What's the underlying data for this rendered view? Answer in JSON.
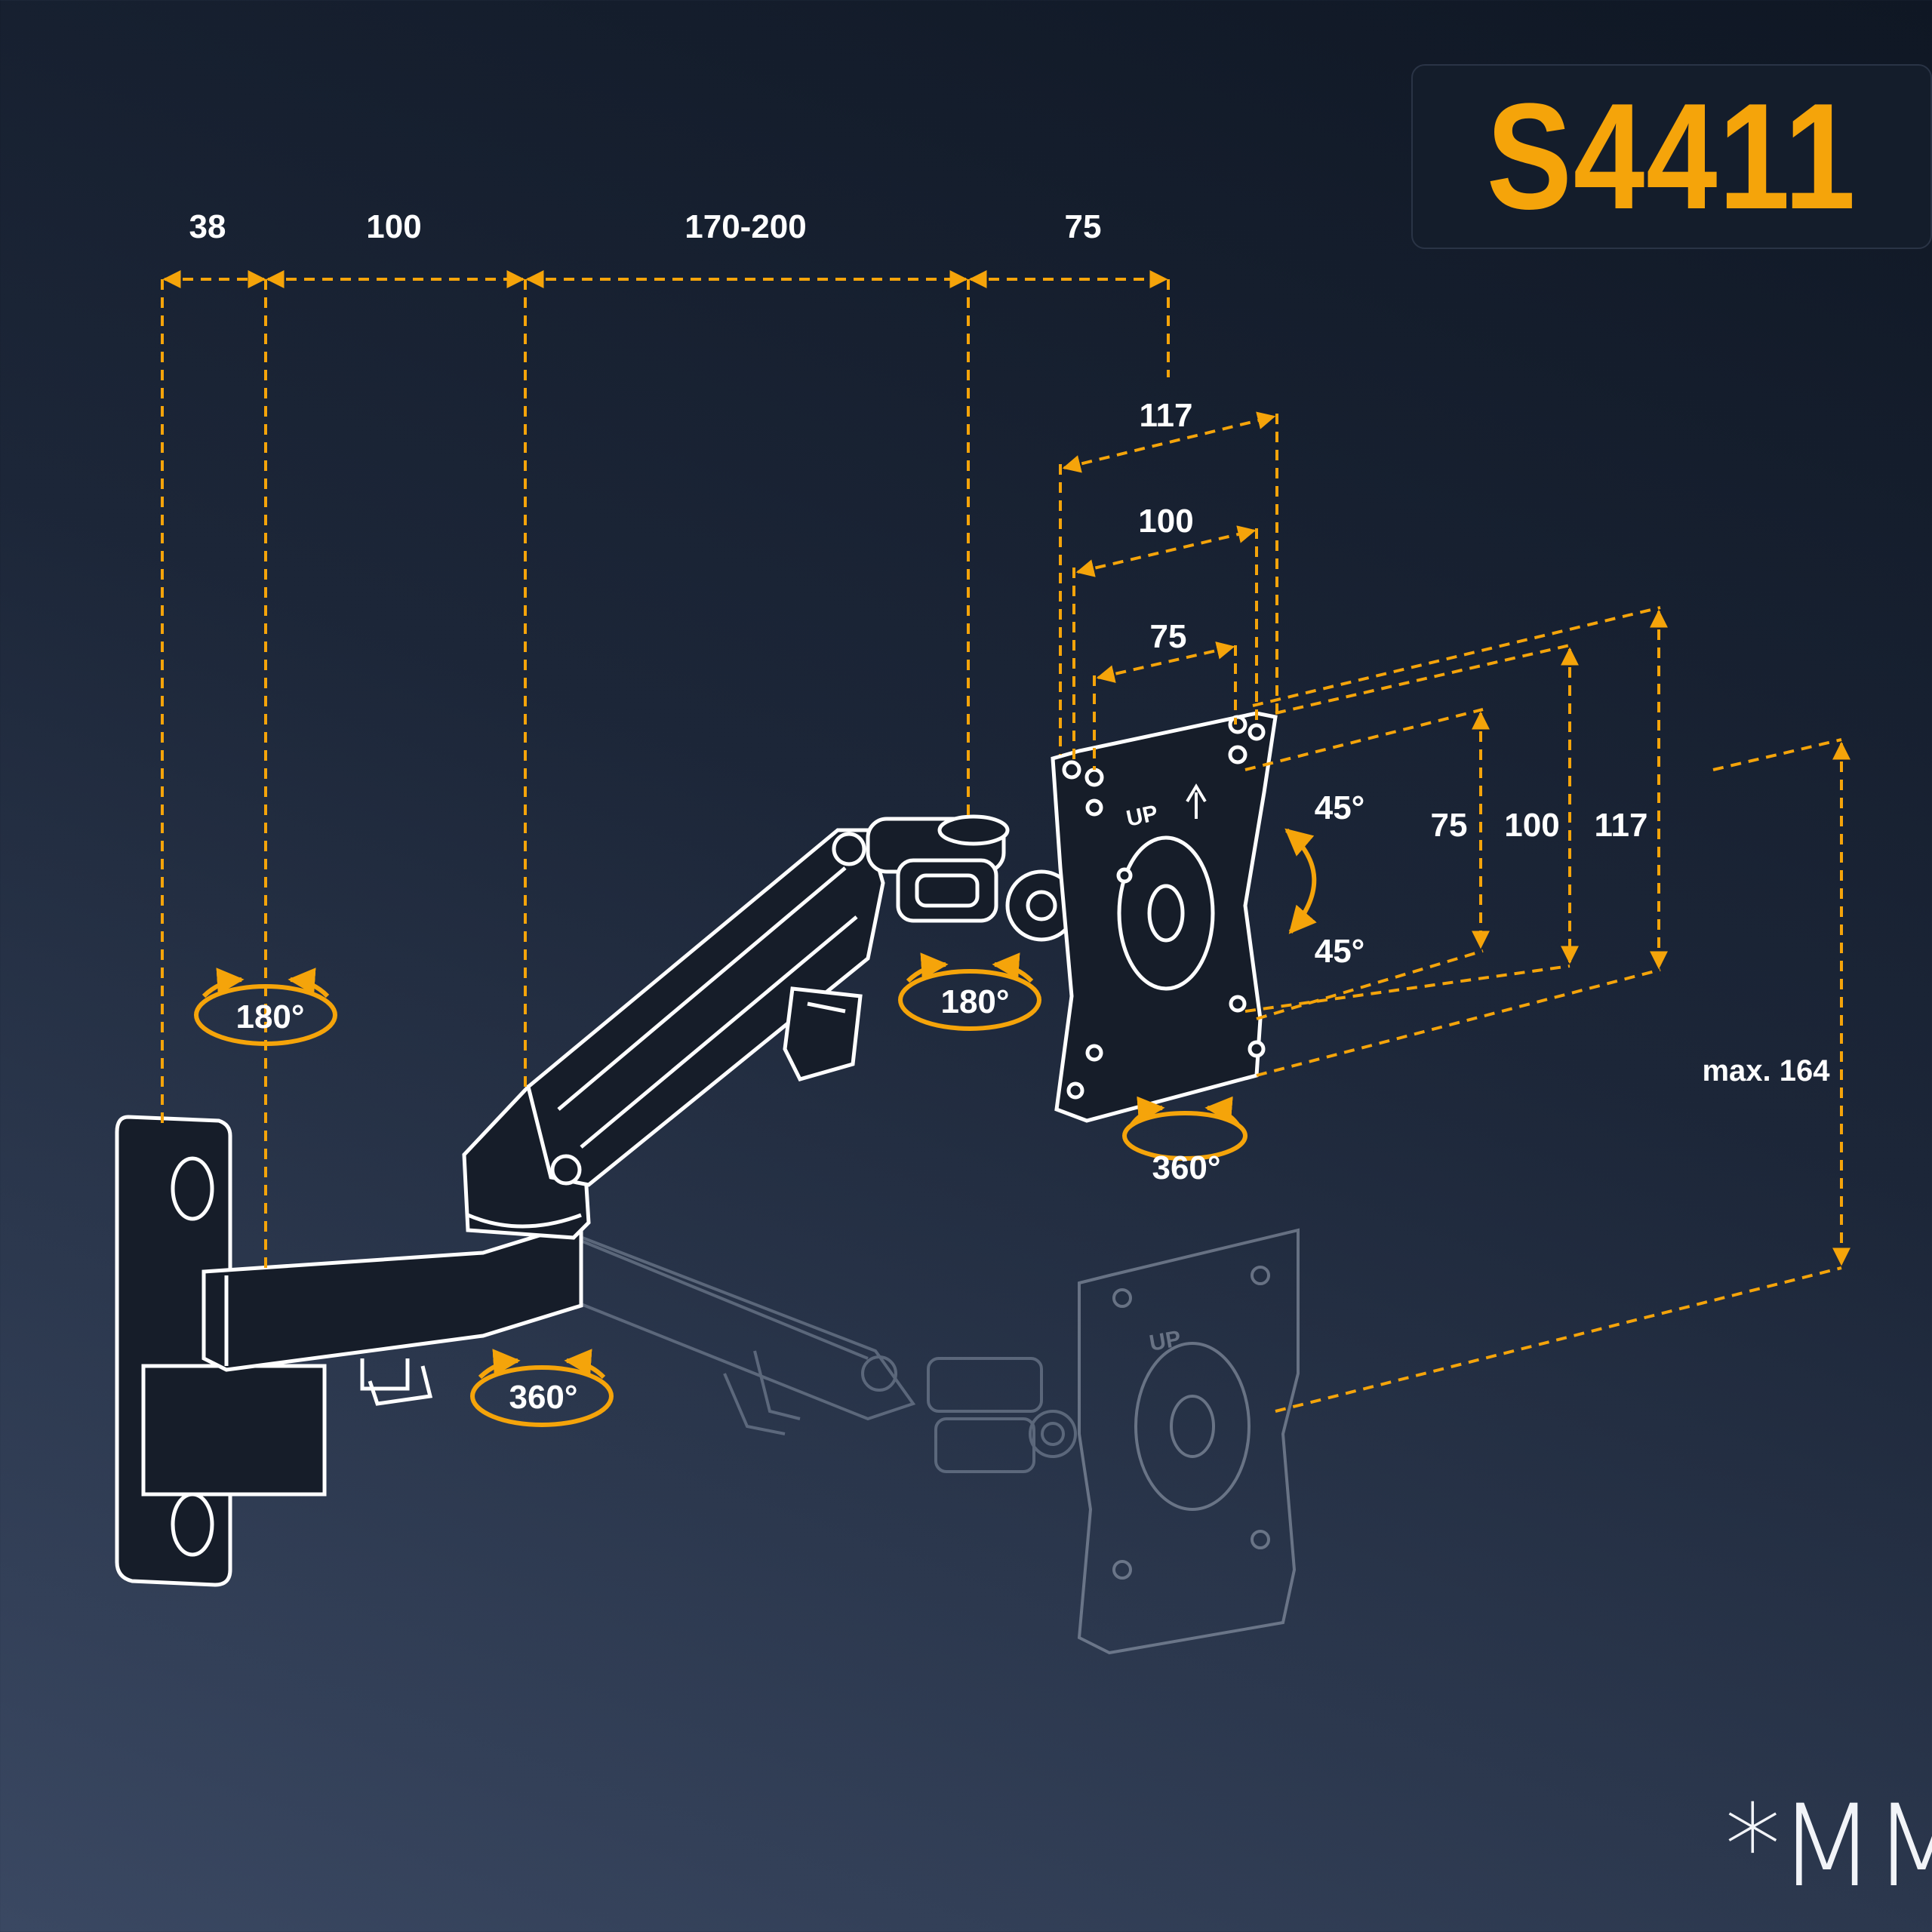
{
  "model": "S4411",
  "unit_note": "*MM",
  "top_dims": {
    "d1": "38",
    "d2": "100",
    "d3": "170-200",
    "d4": "75"
  },
  "plate_horizontal": {
    "w117": "117",
    "w100": "100",
    "w75": "75"
  },
  "plate_vertical": {
    "h75": "75",
    "h100": "100",
    "h117": "117"
  },
  "tilt": {
    "up": "45°",
    "down": "45°"
  },
  "rotations": {
    "wall_pivot": "180°",
    "head_pivot": "180°",
    "plate_rotation": "360°",
    "base_rotation": "360°"
  },
  "height_adjust": "max. 164",
  "plate_marking": "UP",
  "colors": {
    "accent": "#f5a40a",
    "line": "#ffffff",
    "background": "#1c2638"
  }
}
